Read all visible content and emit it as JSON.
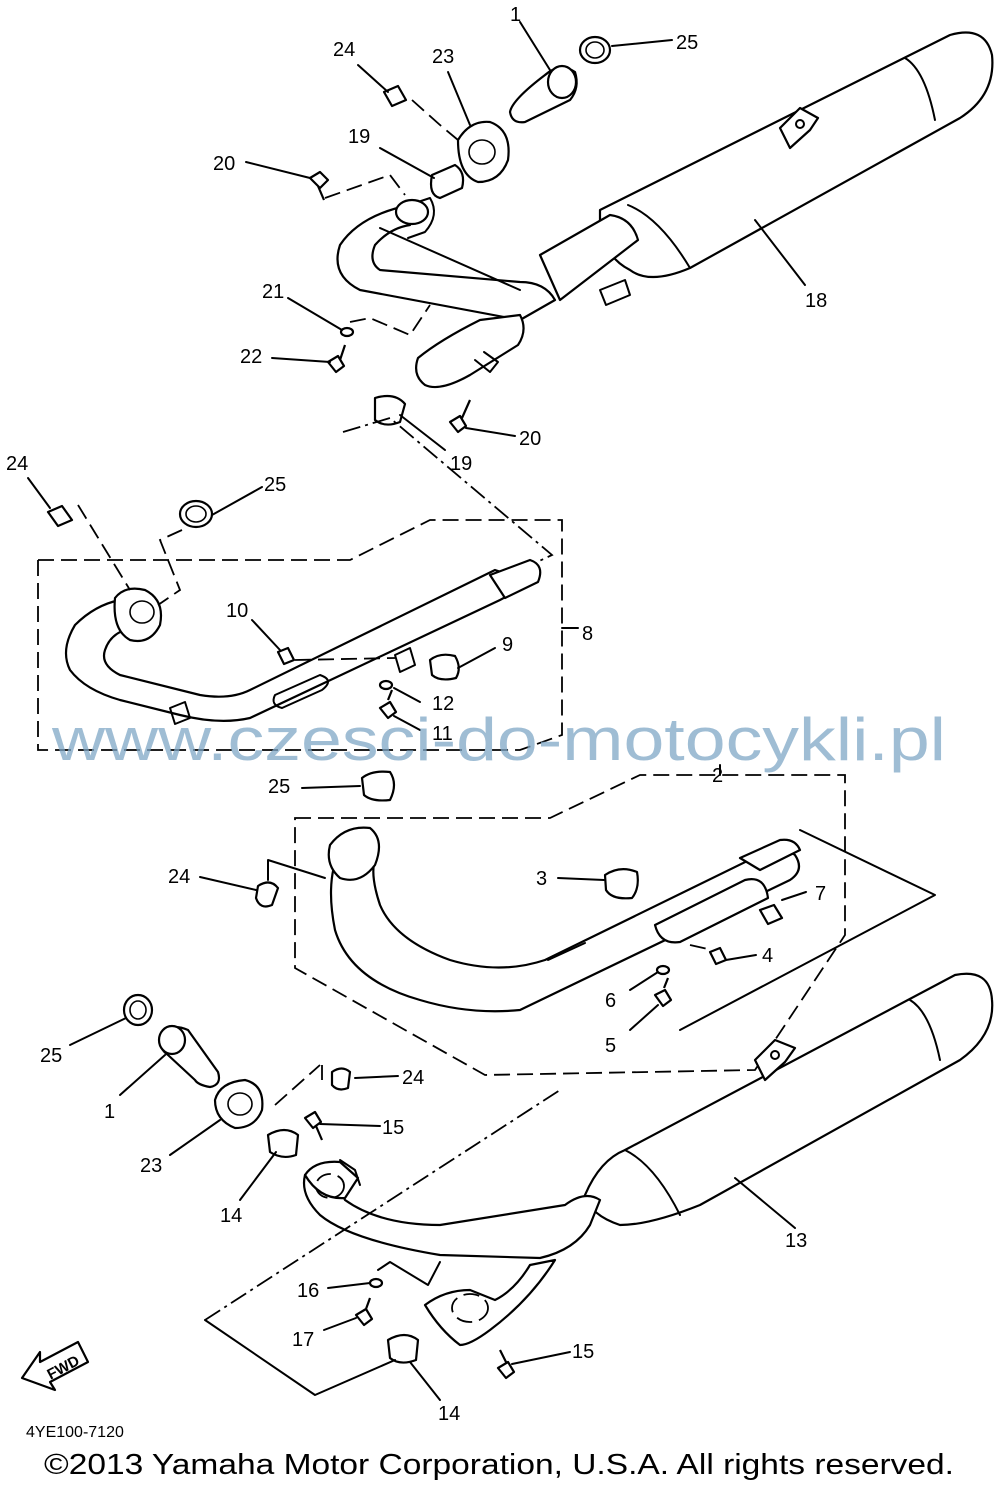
{
  "diagram": {
    "part_numbers": {
      "p1_top": "1",
      "p1_bottom": "1",
      "p2": "2",
      "p3": "3",
      "p4": "4",
      "p5": "5",
      "p6": "6",
      "p7": "7",
      "p8": "8",
      "p9": "9",
      "p10": "10",
      "p11": "11",
      "p12": "12",
      "p13": "13",
      "p14_upper": "14",
      "p14_lower": "14",
      "p15_upper": "15",
      "p15_lower": "15",
      "p16": "16",
      "p17": "17",
      "p18": "18",
      "p19_top": "19",
      "p19_mid": "19",
      "p20_top": "20",
      "p20_mid": "20",
      "p21": "21",
      "p22": "22",
      "p23_top": "23",
      "p23_bottom": "23",
      "p24_top": "24",
      "p24_left": "24",
      "p24_mid": "24",
      "p24_bottom": "24",
      "p25_top": "25",
      "p25_left": "25",
      "p25_mid": "25",
      "p25_bottom": "25"
    },
    "fwd_label": "FWD",
    "diagram_code": "4YE100-7120",
    "watermark": "www.czesci-do-motocykli.pl",
    "copyright": "©2013 Yamaha Motor Corporation, U.S.A. All rights reserved."
  }
}
